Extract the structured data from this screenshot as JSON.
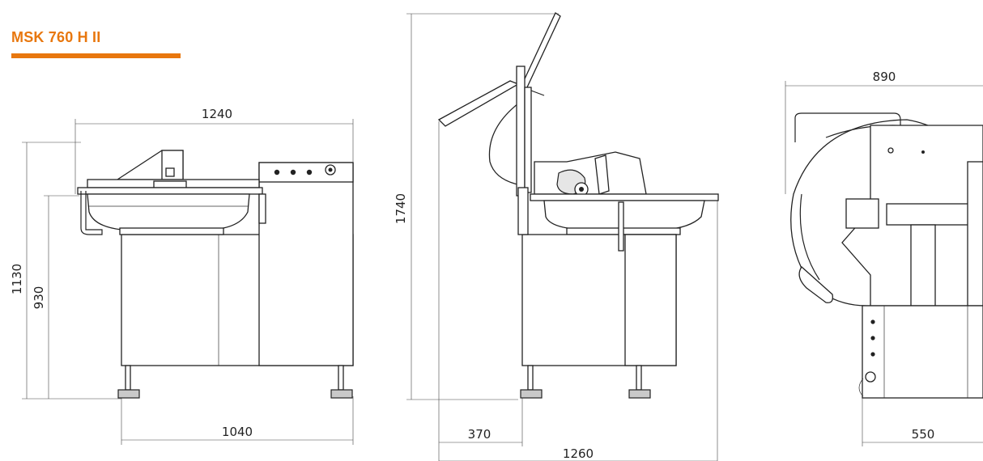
{
  "title": "MSK 760 H II",
  "colors": {
    "accent": "#e8770e",
    "line": "#222222",
    "fill_grey": "#c9c9c9"
  },
  "dimensions": {
    "front_width_top": "1240",
    "front_height_total": "1130",
    "front_height_bowl": "930",
    "front_width_base": "1040",
    "side_height_open": "1740",
    "side_offset": "370",
    "side_width_total": "1260",
    "rear_width_top": "890",
    "rear_width_base": "550"
  }
}
